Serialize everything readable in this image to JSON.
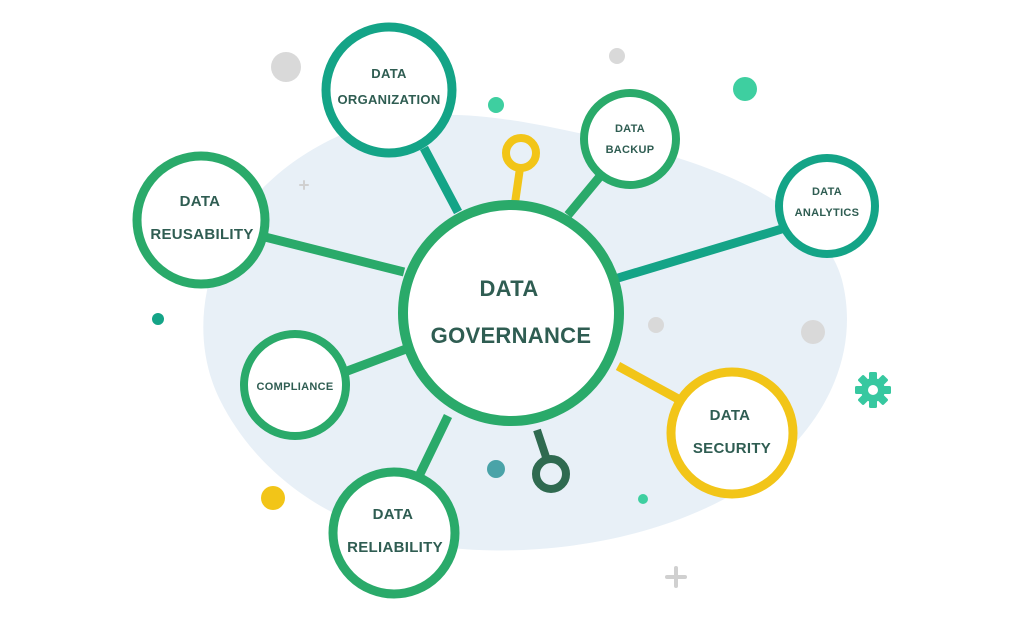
{
  "diagram": {
    "center": {
      "line1": "DATA",
      "line2": "GOVERNANCE"
    },
    "nodes": {
      "organization": {
        "line1": "DATA",
        "line2": "ORGANIZATION"
      },
      "backup": {
        "line1": "DATA",
        "line2": "BACKUP"
      },
      "analytics": {
        "line1": "DATA",
        "line2": "ANALYTICS"
      },
      "reusability": {
        "line1": "DATA",
        "line2": "REUSABILITY"
      },
      "compliance": {
        "line1": "COMPLIANCE"
      },
      "reliability": {
        "line1": "DATA",
        "line2": "RELIABILITY"
      },
      "security": {
        "line1": "DATA",
        "line2": "SECURITY"
      }
    }
  },
  "colors": {
    "green": "#2aaa6a",
    "teal": "#14a487",
    "yellow": "#f2c518",
    "dark_green": "#2f6a50",
    "blob": "#e8f0f7",
    "text": "#2f5d52",
    "grey_dot": "#d9d9d9",
    "mint_dot": "#3ecfa0",
    "gear": "#37c8a0"
  }
}
